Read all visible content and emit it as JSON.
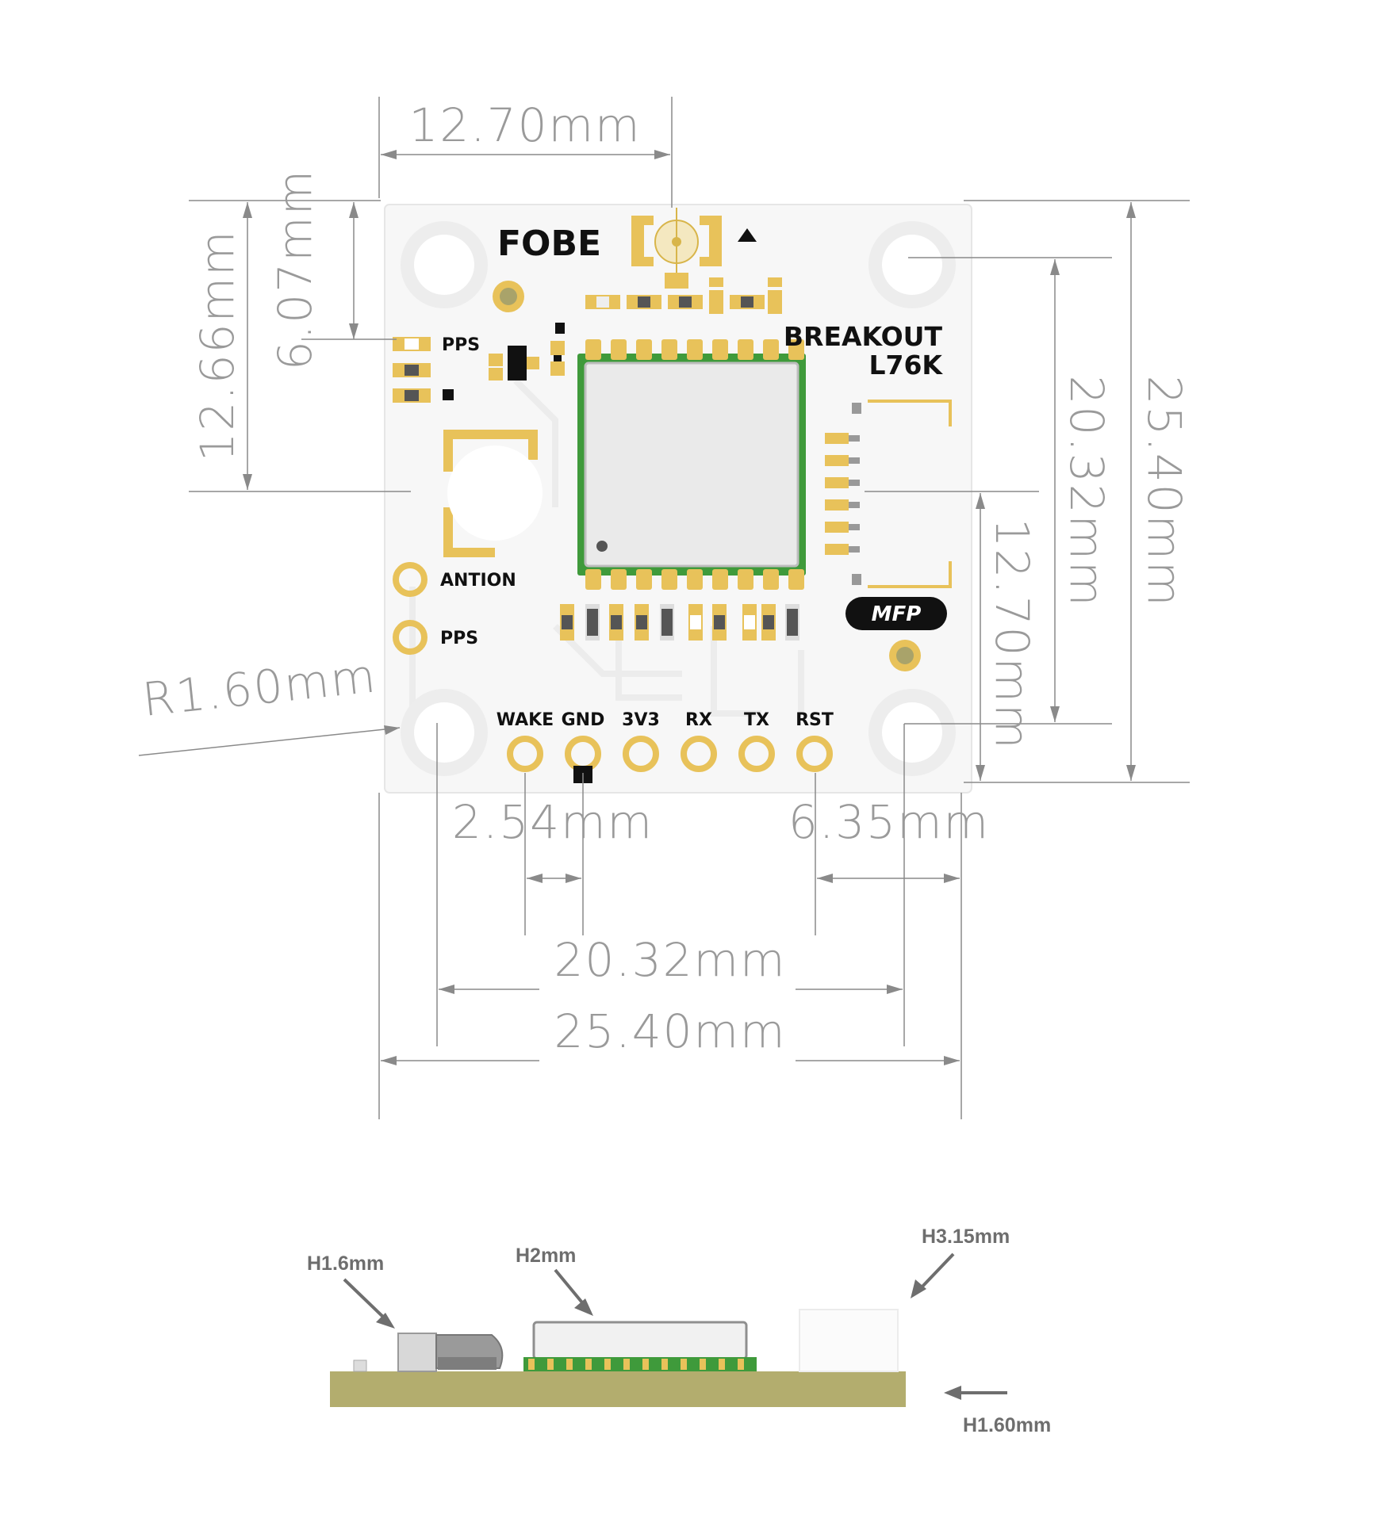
{
  "brand": {
    "logo": "FOBE",
    "title_line1": "BREAKOUT",
    "title_line2": "L76K",
    "badge": "MFP"
  },
  "silkscreen": {
    "pps_top": "PPS",
    "antion": "ANTION",
    "pps_bottom": "PPS"
  },
  "header_pins": [
    "WAKE",
    "GND",
    "3V3",
    "RX",
    "TX",
    "RST"
  ],
  "dimensions": {
    "top_offset": "12.70mm",
    "left_outer": "12.66mm",
    "left_inner": "6.07mm",
    "right_outer": "25.40mm",
    "right_mid": "20.32mm",
    "right_inner": "12.70mm",
    "corner_radius": "R1.60mm",
    "pin_pitch": "2.54mm",
    "edge_offset": "6.35mm",
    "hole_span": "20.32mm",
    "board_width": "25.40mm"
  },
  "side_view": {
    "antenna_height": "H1.6mm",
    "module_height": "H2mm",
    "connector_height": "H3.15mm",
    "board_thickness": "H1.60mm"
  },
  "colors": {
    "board": "#f7f7f7",
    "pad": "#e8c25a",
    "module_frame": "#3f9a3b",
    "pcb_side": "#b3ad6e",
    "text": "#111111",
    "dimension": "#9a9a9a"
  }
}
